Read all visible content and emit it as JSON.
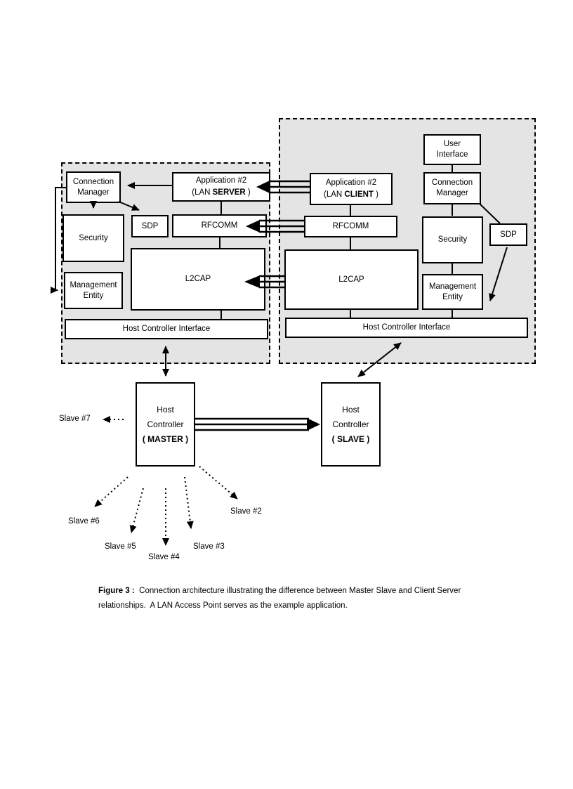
{
  "colors": {
    "panel_fill": "#e4e4e4",
    "line": "#000000",
    "box_fill": "#ffffff"
  },
  "panels": {
    "lan_server": {
      "connection_manager": [
        "Connection",
        "Manager"
      ],
      "application": {
        "line1": "Application #2",
        "open": "(LAN ",
        "bold": "SERVER",
        "close": " )"
      },
      "sdp": "SDP",
      "rfcomm": "RFCOMM",
      "security": "Security",
      "management_entity": [
        "Management",
        "Entity"
      ],
      "l2cap": "L2CAP",
      "hci": "Host Controller Interface"
    },
    "lan_client": {
      "user_interface": [
        "User",
        "Interface"
      ],
      "connection_manager": [
        "Connection",
        "Manager"
      ],
      "application": {
        "line1": "Application #2",
        "open": "(LAN ",
        "bold": "CLIENT",
        "close": " )"
      },
      "rfcomm": "RFCOMM",
      "security": "Security",
      "sdp": "SDP",
      "l2cap": "L2CAP",
      "management_entity": [
        "Management",
        "Entity"
      ],
      "hci": "Host Controller Interface"
    }
  },
  "host_controllers": {
    "master": {
      "line1": "Host",
      "line2": "Controller",
      "line3": "( MASTER )"
    },
    "slave": {
      "line1": "Host",
      "line2": "Controller",
      "line3": "( SLAVE )"
    }
  },
  "slaves": {
    "s7": "Slave #7",
    "s6": "Slave #6",
    "s5": "Slave #5",
    "s4": "Slave #4",
    "s3": "Slave #3",
    "s2": "Slave #2"
  },
  "caption": {
    "label": "Figure 3 :",
    "line1": "  Connection architecture illustrating the difference between Master Slave and Client Server",
    "line2": "relationships.  A LAN Access Point serves as the example application."
  }
}
